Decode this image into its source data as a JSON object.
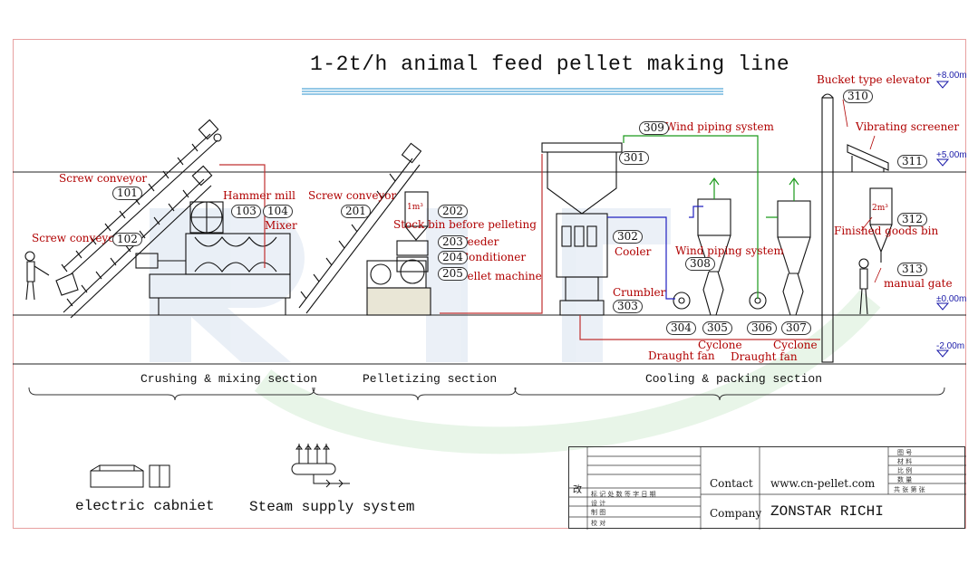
{
  "title": "1-2t/h animal feed pellet making line",
  "equipment_labels": {
    "screw_conveyor_a": "Screw conveyor",
    "screw_conveyor_b": "Screw conveyor",
    "hammer_mill": "Hammer mill",
    "mixer": "Mixer",
    "screw_conveyor_c": "Screw conveyor",
    "stock_bin": "Stock bin before pelleting",
    "feeder": "Feeder",
    "conditioner": "Conditioner",
    "pellet_machine": "Pellet machine",
    "cooler": "Cooler",
    "crumbler": "Crumbler",
    "wind_piping_top": "Wind piping system",
    "wind_piping_mid": "Wind piping system",
    "draught_fan_a": "Draught fan",
    "draught_fan_b": "Draught fan",
    "cyclone_a": "Cyclone",
    "cyclone_b": "Cyclone",
    "bucket_elevator": "Bucket type elevator",
    "vibrating_screener": "Vibrating screener",
    "finished_goods_bin": "Finished goods bin",
    "manual_gate": "manual gate",
    "bin_1m3": "1m³",
    "bin_2m3": "2m³"
  },
  "numbers": {
    "n101": "101",
    "n102": "102",
    "n103": "103",
    "n104": "104",
    "n201": "201",
    "n202": "202",
    "n203": "203",
    "n204": "204",
    "n205": "205",
    "n301": "301",
    "n302": "302",
    "n303": "303",
    "n304": "304",
    "n305": "305",
    "n306": "306",
    "n307": "307",
    "n308": "308",
    "n309": "309",
    "n310": "310",
    "n311": "311",
    "n312": "312",
    "n313": "313"
  },
  "levels": {
    "l800": "+8.00m",
    "l500": "+5.00m",
    "l000": "±0.00m",
    "lm200": "-2.00m"
  },
  "sections": {
    "crushing": "Crushing & mixing section",
    "pelletizing": "Pelletizing section",
    "cooling": "Cooling & packing section"
  },
  "legend": {
    "electric": "electric cabniet",
    "steam": "Steam supply system"
  },
  "title_block": {
    "contact_label": "Contact",
    "contact_value": "www.cn-pellet.com",
    "company_label": "Company",
    "company_value": "ZONSTAR RICHI",
    "gai": "改",
    "r1": "标 记  处 数  签 字  日 期",
    "r2": "设 计",
    "r3": "制 图",
    "r4": "校 对",
    "s1": "图  号",
    "s2": "材  料",
    "s3": "比  例",
    "s4": "数  量",
    "s5": "共    张    第    张"
  },
  "colors": {
    "label_red": "#b00000",
    "pipe_red": "#c03030",
    "pipe_blue": "#2020c0",
    "pipe_green": "#1a9a1a",
    "level_blue": "#1a1aa8"
  }
}
